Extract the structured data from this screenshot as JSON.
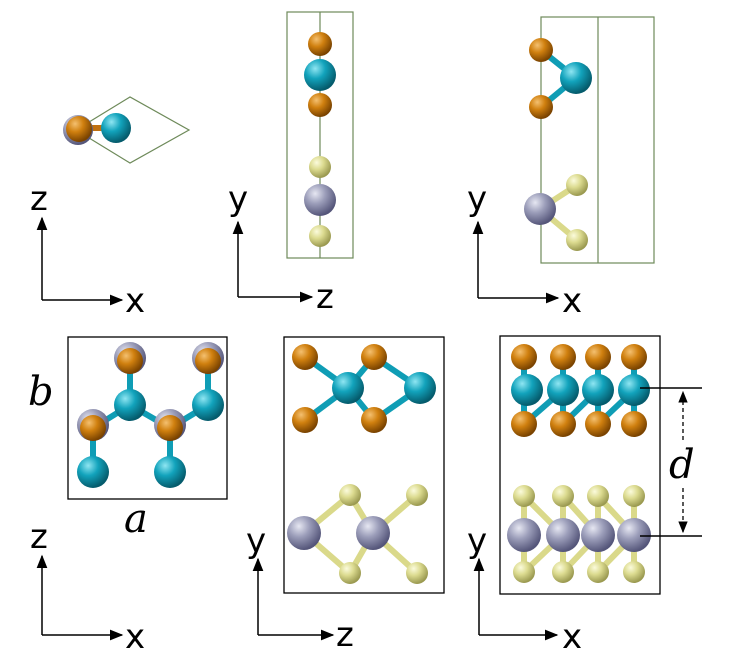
{
  "colors": {
    "orange": "#C8740A",
    "cyan": "#0F9DB5",
    "grey": "#9294B0",
    "yellow": "#DAD98A",
    "cell_green": "#6E8A5A",
    "cell_black": "#000000"
  },
  "axes": {
    "zx_1": {
      "vertical": "z",
      "horizontal": "x"
    },
    "yz": {
      "vertical": "y",
      "horizontal": "z"
    },
    "yx_1": {
      "vertical": "y",
      "horizontal": "x"
    },
    "zx_2": {
      "vertical": "z",
      "horizontal": "x"
    },
    "yz_2": {
      "vertical": "y",
      "horizontal": "z"
    },
    "yx_2": {
      "vertical": "y",
      "horizontal": "x"
    }
  },
  "labels": {
    "a": "a",
    "b": "b",
    "d": "d"
  }
}
